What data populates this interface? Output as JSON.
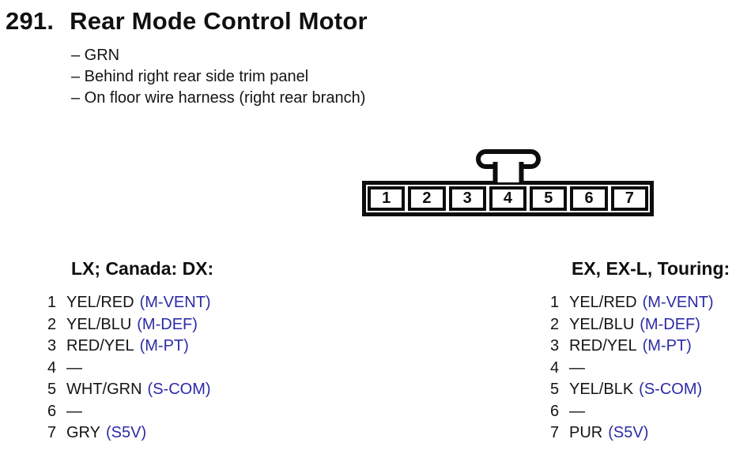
{
  "title": {
    "number": "291.",
    "text": "Rear Mode Control Motor"
  },
  "notes": [
    "– GRN",
    "– Behind right rear side trim panel",
    "– On floor wire harness (right rear branch)"
  ],
  "connector": {
    "pins": [
      "1",
      "2",
      "3",
      "4",
      "5",
      "6",
      "7"
    ]
  },
  "tables": {
    "left": {
      "header": "LX; Canada: DX:",
      "rows": [
        {
          "pin": "1",
          "wire": "YEL/RED",
          "signal": "(M-VENT)"
        },
        {
          "pin": "2",
          "wire": "YEL/BLU",
          "signal": "(M-DEF)"
        },
        {
          "pin": "3",
          "wire": "RED/YEL",
          "signal": "(M-PT)"
        },
        {
          "pin": "4",
          "wire": "—",
          "signal": ""
        },
        {
          "pin": "5",
          "wire": "WHT/GRN",
          "signal": "(S-COM)"
        },
        {
          "pin": "6",
          "wire": "—",
          "signal": ""
        },
        {
          "pin": "7",
          "wire": "GRY",
          "signal": "(S5V)"
        }
      ]
    },
    "right": {
      "header": "EX, EX-L, Touring:",
      "rows": [
        {
          "pin": "1",
          "wire": "YEL/RED",
          "signal": "(M-VENT)"
        },
        {
          "pin": "2",
          "wire": "YEL/BLU",
          "signal": "(M-DEF)"
        },
        {
          "pin": "3",
          "wire": "RED/YEL",
          "signal": "(M-PT)"
        },
        {
          "pin": "4",
          "wire": "—",
          "signal": ""
        },
        {
          "pin": "5",
          "wire": "YEL/BLK",
          "signal": "(S-COM)"
        },
        {
          "pin": "6",
          "wire": "—",
          "signal": ""
        },
        {
          "pin": "7",
          "wire": "PUR",
          "signal": "(S5V)"
        }
      ]
    }
  },
  "colors": {
    "signal_blue": "#2b2ba6",
    "line_black": "#0d0d0d",
    "background": "#ffffff"
  }
}
